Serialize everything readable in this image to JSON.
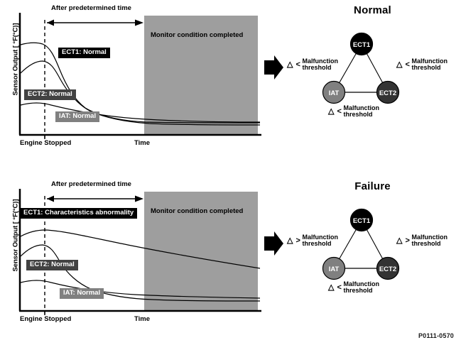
{
  "doc_code": "P0111-0570",
  "panels": [
    {
      "id": "normal",
      "chart": {
        "y_axis_label": "Sensor Output [ °F(°C)]",
        "x_tick_engine": "Engine Stopped",
        "x_tick_time": "Time",
        "span_caption": "After predetermined time",
        "monitor_caption": "Monitor condition completed",
        "curve_labels": [
          {
            "text": "ECT1: Normal",
            "style": "black"
          },
          {
            "text": "ECT2: Normal",
            "style": "dark"
          },
          {
            "text": "IAT: Normal",
            "style": "mid"
          }
        ]
      },
      "diagram": {
        "title": "Normal",
        "nodes": [
          {
            "label": "ECT1",
            "fill": "#000000"
          },
          {
            "label": "IAT",
            "fill": "#808080"
          },
          {
            "label": "ECT2",
            "fill": "#333333"
          }
        ],
        "thresholds": [
          {
            "symbol": "△ <",
            "line1": "Malfunction",
            "line2": "threshold",
            "pos": "left"
          },
          {
            "symbol": "△ <",
            "line1": "Malfunction",
            "line2": "threshold",
            "pos": "right"
          },
          {
            "symbol": "△ <",
            "line1": "Malfunction",
            "line2": "threshold",
            "pos": "bottom"
          }
        ]
      }
    },
    {
      "id": "failure",
      "chart": {
        "y_axis_label": "Sensor Output [ °F(°C)]",
        "x_tick_engine": "Engine Stopped",
        "x_tick_time": "Time",
        "span_caption": "After predetermined time",
        "monitor_caption": "Monitor condition completed",
        "curve_labels": [
          {
            "text": "ECT1: Characteristics abnormality",
            "style": "black"
          },
          {
            "text": "ECT2: Normal",
            "style": "dark"
          },
          {
            "text": "IAT: Normal",
            "style": "mid"
          }
        ]
      },
      "diagram": {
        "title": "Failure",
        "nodes": [
          {
            "label": "ECT1",
            "fill": "#000000"
          },
          {
            "label": "IAT",
            "fill": "#808080"
          },
          {
            "label": "ECT2",
            "fill": "#333333"
          }
        ],
        "thresholds": [
          {
            "symbol": "△ >",
            "line1": "Malfunction",
            "line2": "threshold",
            "pos": "left"
          },
          {
            "symbol": "△ >",
            "line1": "Malfunction",
            "line2": "threshold",
            "pos": "right"
          },
          {
            "symbol": "△ <",
            "line1": "Malfunction",
            "line2": "threshold",
            "pos": "bottom"
          }
        ]
      }
    }
  ],
  "colors": {
    "monitor_region": "#9e9e9e",
    "label_black": "#000000",
    "label_dark": "#424242",
    "label_mid": "#808080"
  },
  "chart_data": {
    "type": "line",
    "title": "ECT1 / ECT2 / IAT sensor cool-down comparison",
    "xlabel": "Time",
    "ylabel": "Sensor Output [ °F(°C)]",
    "xlim": [
      0,
      100
    ],
    "ylim": [
      0,
      100
    ],
    "grid": false,
    "legend": "inline-labels",
    "annotations": [
      "After predetermined time",
      "Monitor condition completed",
      "Engine Stopped"
    ],
    "markers": {
      "engine_stopped_x": 12,
      "predetermined_time_end_x": 55,
      "monitor_region_x_range": [
        55,
        100
      ]
    },
    "panels": [
      {
        "name": "Normal",
        "x": [
          0,
          5,
          12,
          20,
          30,
          40,
          50,
          60,
          70,
          80,
          90,
          100
        ],
        "series": [
          {
            "name": "ECT1: Normal",
            "values": [
              82,
              83,
              80,
              65,
              46,
              33,
              25,
              20,
              17,
              15,
              14,
              13
            ]
          },
          {
            "name": "ECT2: Normal",
            "values": [
              57,
              62,
              60,
              48,
              35,
              27,
              22,
              18,
              16,
              15,
              14,
              13
            ]
          },
          {
            "name": "IAT: Normal",
            "values": [
              26,
              27,
              25,
              22,
              19,
              17,
              16,
              15,
              14,
              14,
              13,
              13
            ]
          }
        ]
      },
      {
        "name": "Failure",
        "x": [
          0,
          5,
          12,
          20,
          30,
          40,
          50,
          60,
          70,
          80,
          90,
          100
        ],
        "series": [
          {
            "name": "ECT1: Characteristics abnormality",
            "values": [
              80,
              84,
              85,
              82,
              78,
              73,
              68,
              63,
              58,
              53,
              48,
              44
            ]
          },
          {
            "name": "ECT2: Normal",
            "values": [
              52,
              60,
              58,
              44,
              31,
              24,
              20,
              17,
              16,
              15,
              14,
              13
            ]
          },
          {
            "name": "IAT: Normal",
            "values": [
              25,
              27,
              25,
              22,
              19,
              17,
              16,
              15,
              15,
              14,
              14,
              13
            ]
          }
        ]
      }
    ]
  }
}
